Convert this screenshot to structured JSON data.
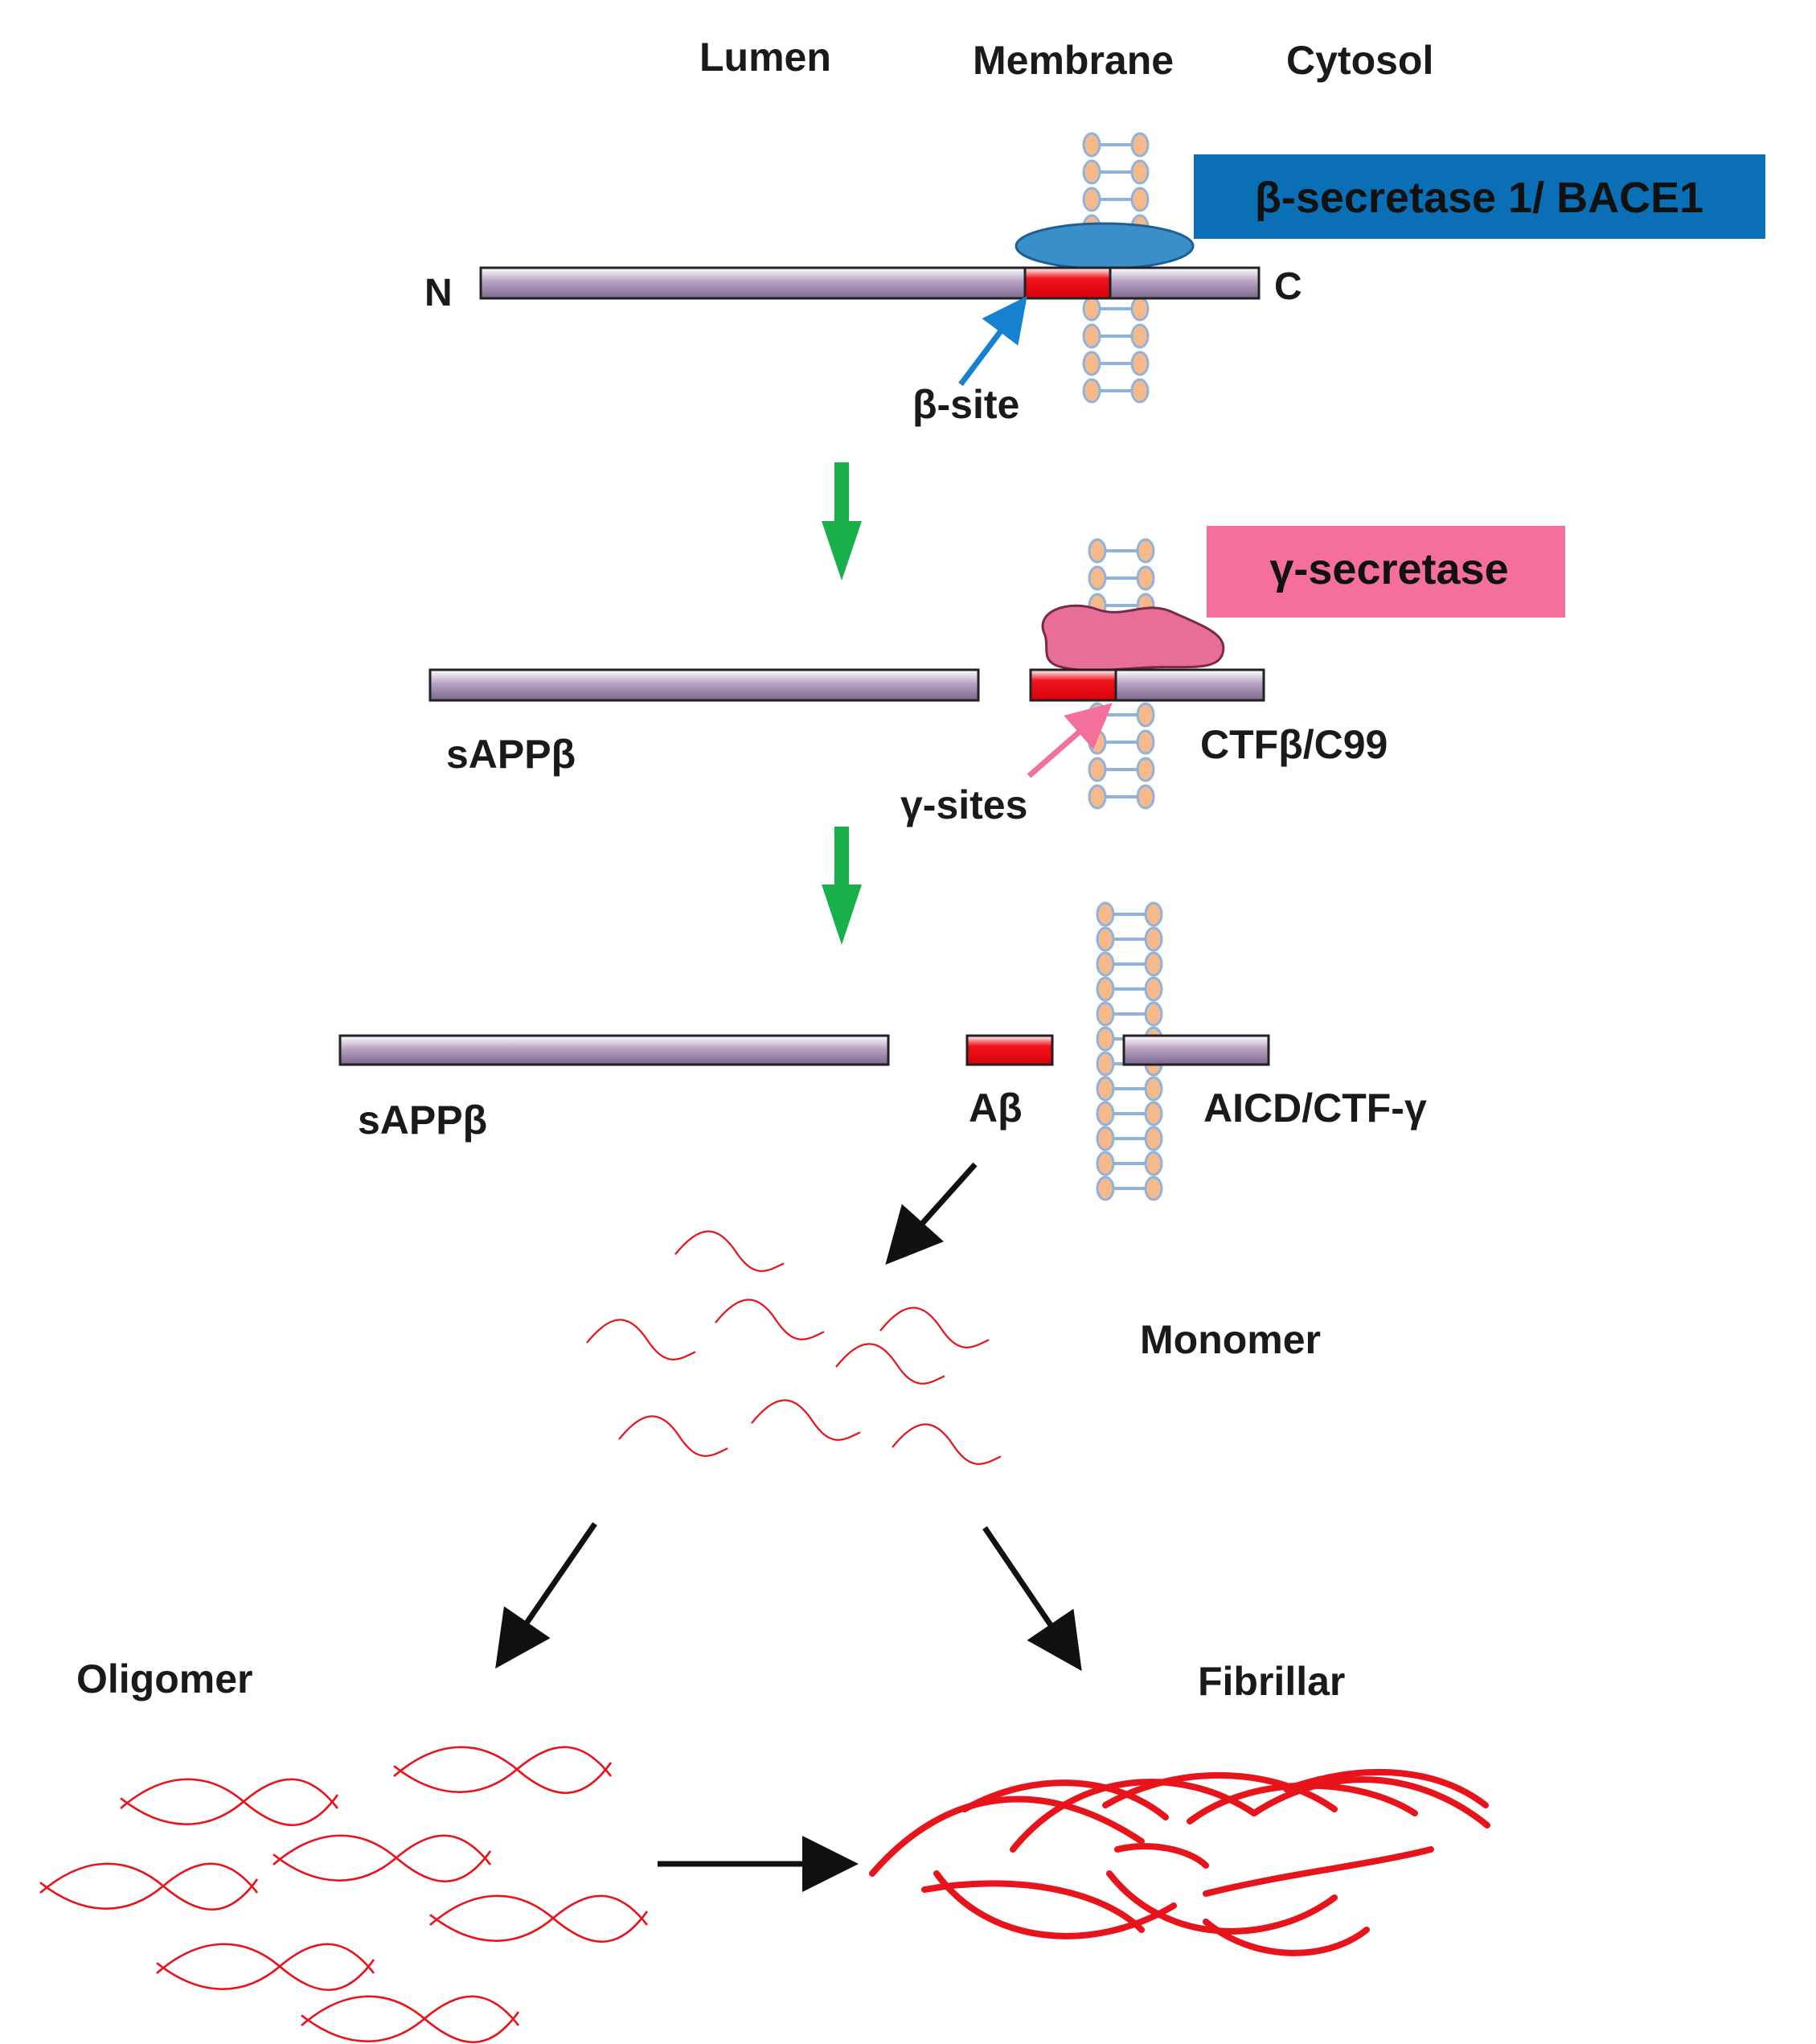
{
  "header": {
    "lumen": "Lumen",
    "membrane": "Membrane",
    "cytosol": "Cytosol"
  },
  "step1": {
    "enzyme_label": "β-secretase 1/ BACE1",
    "n_terminus": "N",
    "c_terminus": "C",
    "site_label": "β-site"
  },
  "step2": {
    "enzyme_label": "γ-secretase",
    "fragment_left": "sAPPβ",
    "fragment_right": "CTFβ/C99",
    "site_label": "γ-sites"
  },
  "step3": {
    "fragment_left": "sAPPβ",
    "fragment_middle": "Aβ",
    "fragment_right": "AICD/CTF-γ"
  },
  "aggregation": {
    "monomer": "Monomer",
    "oligomer": "Oligomer",
    "fibrillar": "Fibrillar"
  },
  "colors": {
    "bace1_box": "#0a6fb4",
    "gamma_box": "#f4709a",
    "bace1_enzyme": "#3a8fc8",
    "gamma_enzyme": "#e86e9a",
    "protein_bar": "#b9a3c3",
    "abeta_segment": "#e8141c",
    "process_arrow": "#18b04a",
    "beta_site_arrow": "#1581cf",
    "gamma_site_arrow": "#f2709a",
    "peptide": "#e8141c",
    "lipid_head": "#f6b98a",
    "lipid_tail": "#8fb3dc"
  }
}
